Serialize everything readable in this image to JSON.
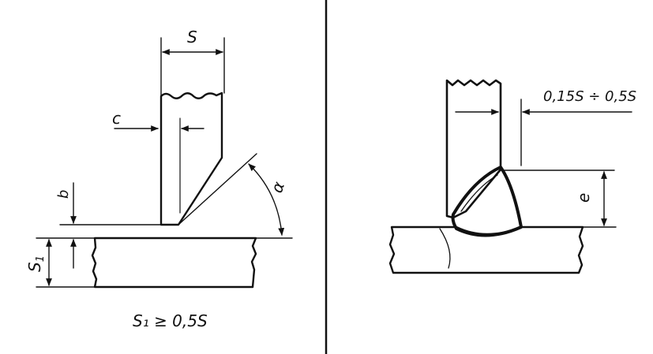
{
  "left_panel": {
    "labels": {
      "thickness": "S",
      "edge_offset": "c",
      "gap": "b",
      "bevel_angle": "α",
      "base_thickness": "S",
      "base_thickness_sub": "1",
      "condition": "S₁ ≥ 0,5S"
    }
  },
  "right_panel": {
    "labels": {
      "penetration": "0,15S ÷ 0,5S",
      "leg": "e"
    }
  }
}
